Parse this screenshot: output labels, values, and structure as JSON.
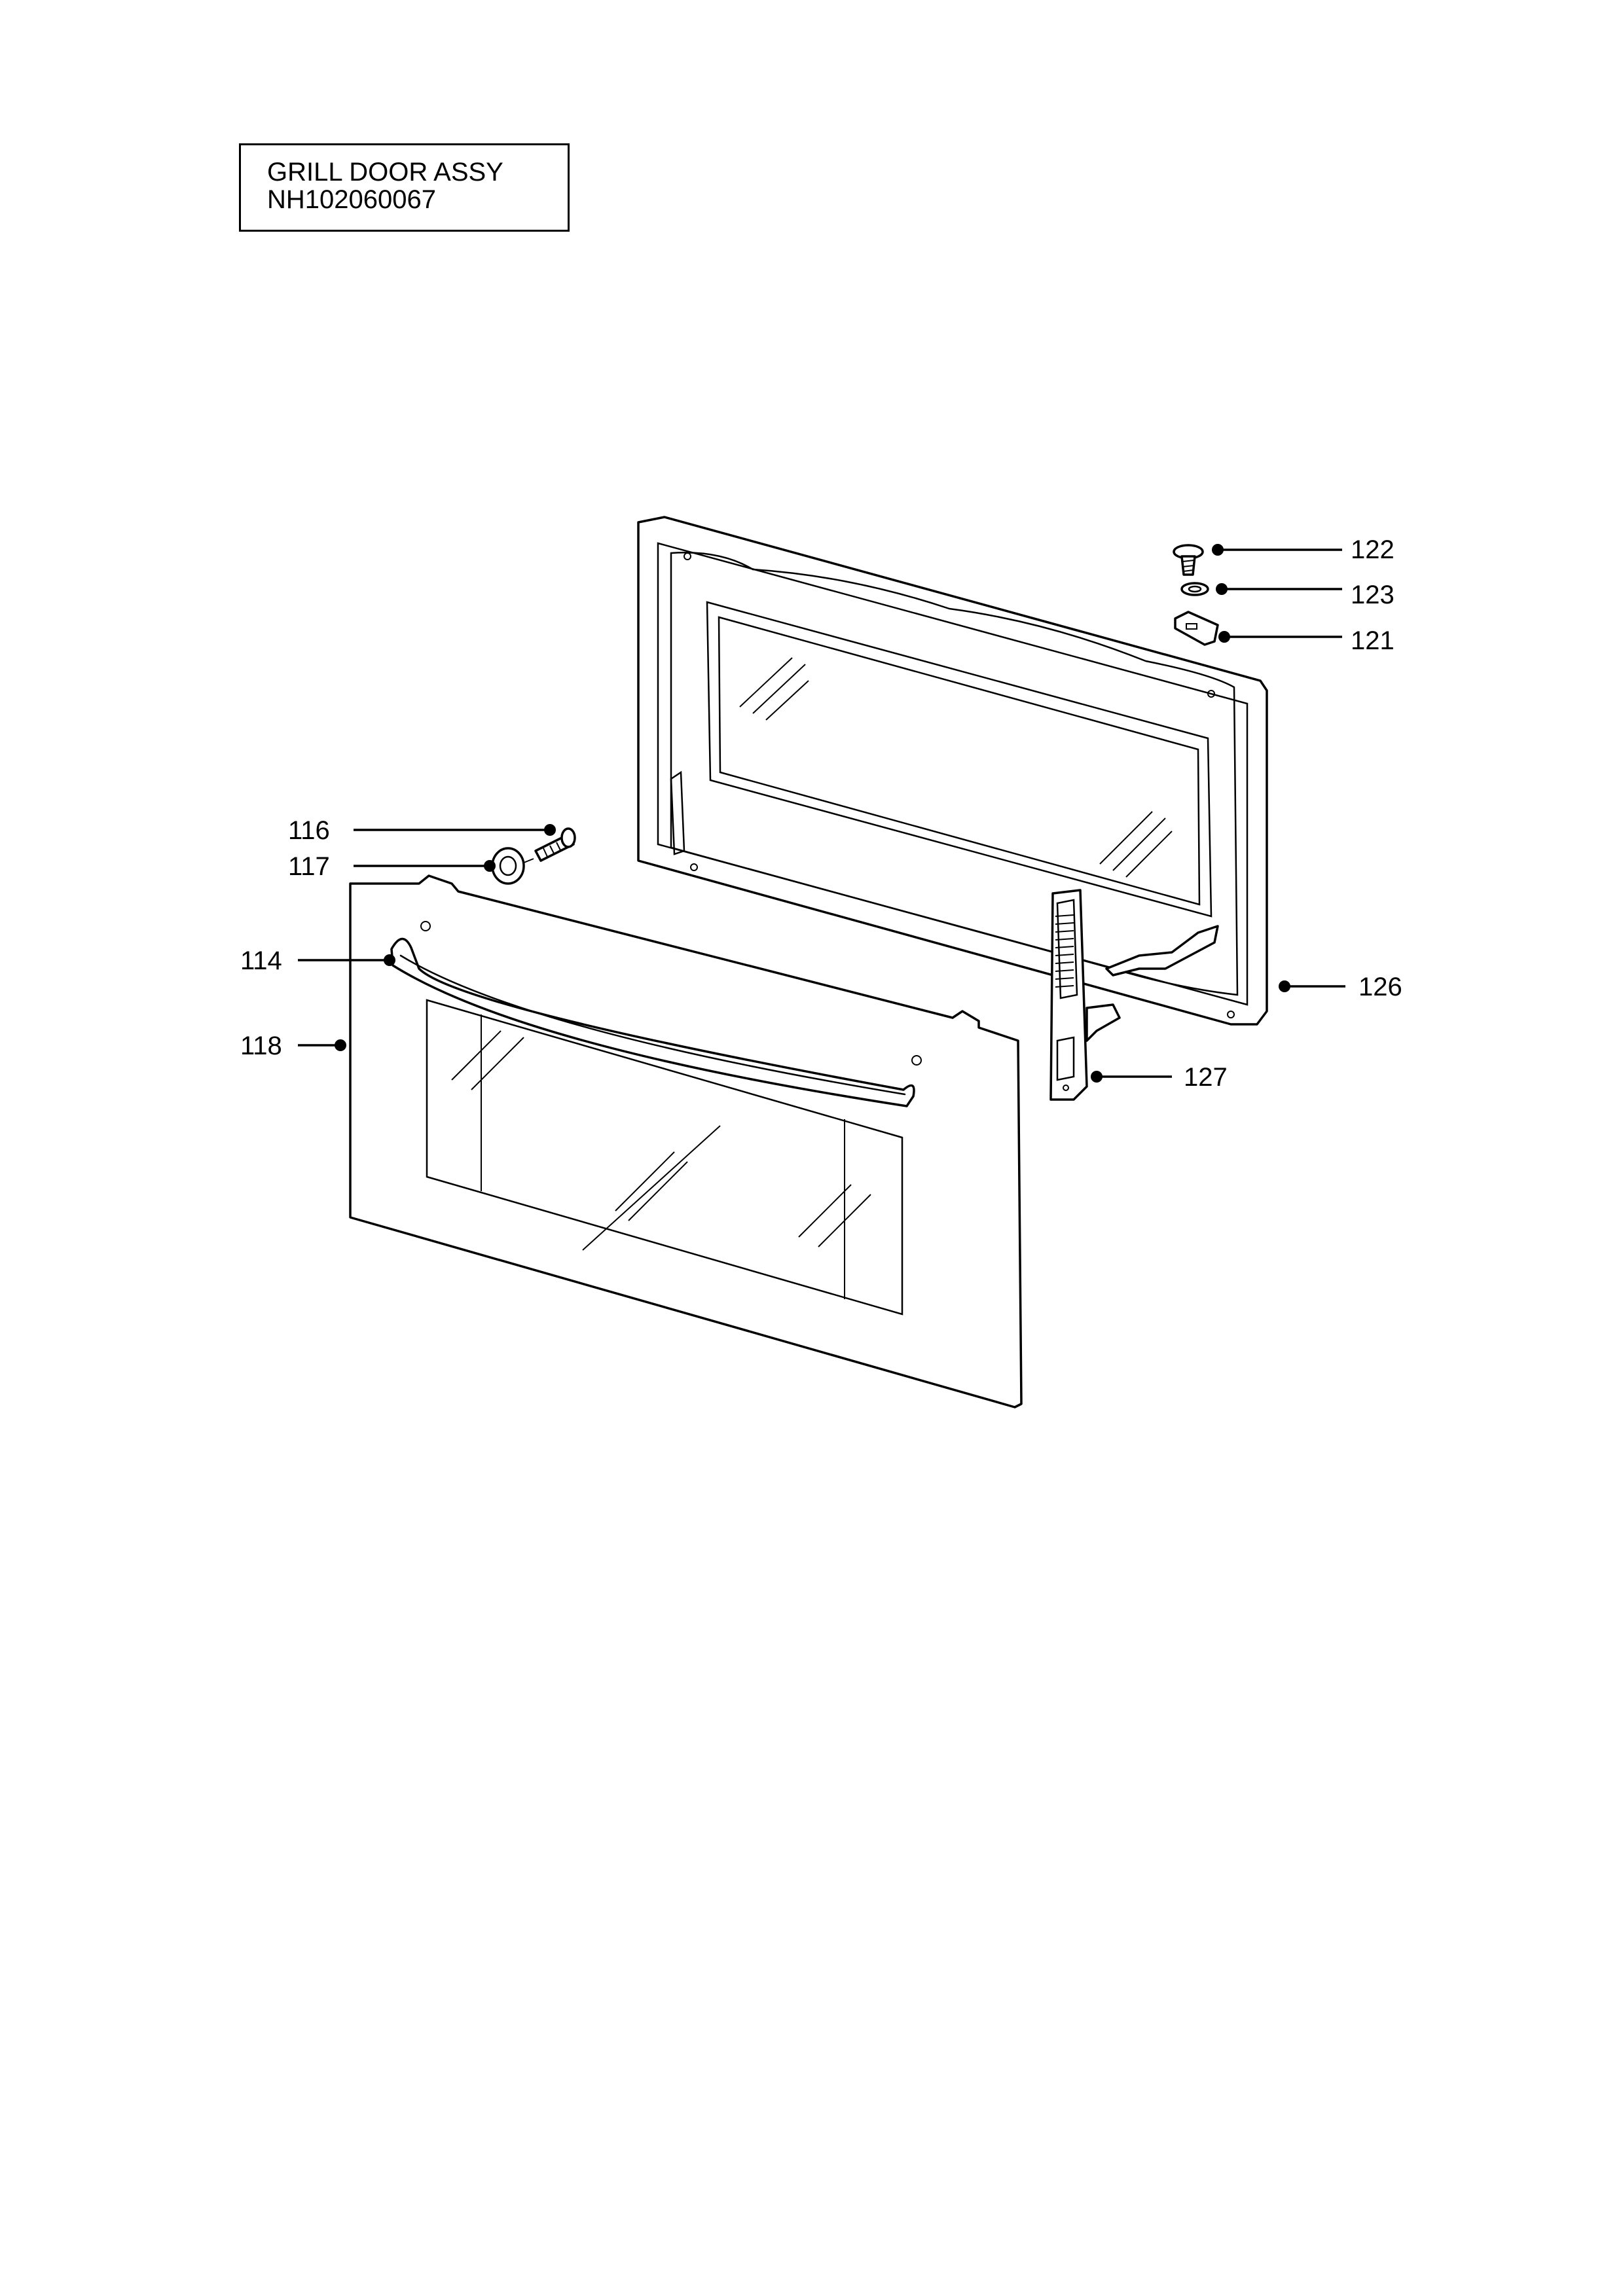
{
  "title": {
    "line1": "GRILL DOOR ASSY",
    "line2": "NH102060067"
  },
  "callouts": {
    "c122": "122",
    "c123": "123",
    "c121": "121",
    "c116": "116",
    "c117": "117",
    "c114": "114",
    "c118": "118",
    "c126": "126",
    "c127": "127"
  },
  "parts": [
    "screw-122",
    "washer-123",
    "clip-121",
    "bolt-116",
    "nut-117",
    "handle-114",
    "outer-door-118",
    "inner-door-frame-126",
    "hinge-127"
  ]
}
